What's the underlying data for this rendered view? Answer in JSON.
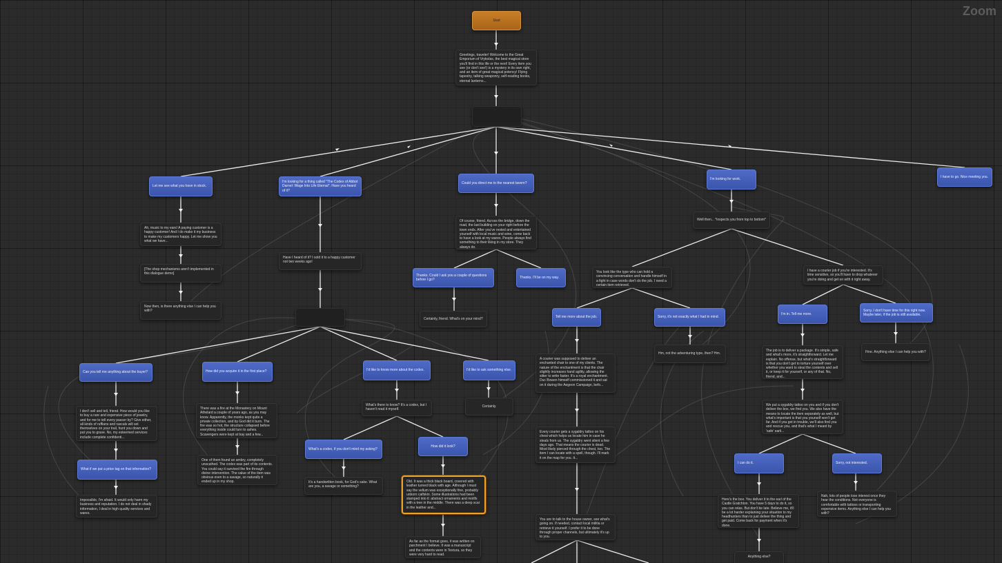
{
  "overlay": {
    "zoom_label": "Zoom"
  },
  "nodes": {
    "start": "Start",
    "greeting": "Greetings, traveler! Welcome to the Great Emporium of Vrykolas, the best magical store you'll find in this life or the next! Every item you see (or don't see!) is a mystery in its own right, and an item of great magical potency! Flying tapestry, talking weaponry, self-reading books, eternal lanterns...",
    "hub1": "",
    "p_stock": "Let me see what you have in stock.",
    "p_codex": "I'm looking for a thing called \"The Codex of Abbot Darnel: Wage Into Life Eternal\". Have you heard of it?",
    "p_tavern": "Could you direct me to the nearest tavern?",
    "p_work": "I'm looking for work.",
    "p_go": "I have to go. Nice meeting you.",
    "n_music": "Ah, music to my ears! A paying customer is a happy customer! And I do make it my business to make my customers happy. Let me show you what we have...",
    "n_shopmech": "[The shop mechanisms aren't implemented in this dialogue demo]",
    "n_nowthen": "Now then, is there anything else I can help you with?",
    "n_heard": "Have I heard of it? I sold it to a happy customer not two weeks ago!",
    "hub2": "",
    "n_ofcourse": "Of course, friend. Across the bridge, down the road, the last building on your right before the town ends. After you've rested and entertained yourself with local music and wine, come back to have a look at my wares. People always find something to their liking in my store. They always do.",
    "p_thanks_q": "Thanks. Could I ask you a couple of questions before I go?",
    "p_thanks_go": "Thanks. I'll be on my way.",
    "n_certainly_mind": "Certainly, friend. What's on your mind?",
    "n_wellthen": "Well then... *inspects you from top to bottom*",
    "n_lookslike": "You look like the type who can hold a convincing conversation and handle himself in a fight in case words don't do the job. I need a certain item retrieved.",
    "n_courierjob": "I have a courier job if you're interested. It's time sensitive, so you'll have to drop whatever you're doing and get on with it right away.",
    "p_tellmore_job": "Tell me more about the job.",
    "p_notwhat": "Sorry, it's not exactly what I had in mind.",
    "p_imin": "I'm in. Tell me more.",
    "p_notime": "Sorry, I don't have time for this right now. Maybe later, if the job is still available.",
    "n_hmm": "Hm, not the adventuring type, then? Hm.",
    "n_jobis": "The job is to deliver a package. It's simple, safe and what's more, it's straightforward. Let me explain. No offense, but what's straightforward is that you don't get to torture yourself over whether you want to steal the contents and sell it, or keep it for yourself, or any of that. No, friend, and...",
    "n_fine": "Fine. Anything else I can help you with?",
    "p_buyer": "Can you tell me anything about the buyer?",
    "p_acquire": "How did you acquire it in the first place?",
    "p_knowmore": "I'd like to know more about the codex.",
    "p_askelse": "I'd like to ask something else.",
    "n_dontsell": "I don't sell and tell, friend. How would you like to buy a rare and expensive piece of jewelry, and for me to tell every passer by? Give either, all kinds of ruffians and rascals will set themselves on your trail, hunt you down and put you to grave. No, my esteemed services include complete confidenti...",
    "n_fire": "There was a fire at the Monastery on Mount Athelard a couple of years ago, as you may know. Apparently, the monks kept quite a private collection, and by God did it burn. The fire was so hot, the structure collapsed before everything inside could turn to ashes. Scavengers were kept at bay and a few...",
    "n_whatsthere": "What's there to know? It's a codex, but I haven't read it myself.",
    "n_certainly": "Certainly.",
    "p_pricetag": "What if we put a price tag on that information?",
    "n_impossible": "Impossible, I'm afraid. It would only harm my business and reputation. I do not deal in shady information, I deal in high quality services and wares.",
    "n_oneofthem": "One of them found an ambry, completely unscathed. The codex was part of its contents. You could say it survived the fire through divine intervention. The value of the item was obvious even to a savage, so naturally it ended up in my shop.",
    "p_whatsacodex": "What's a codex, if you don't mind my asking?",
    "p_howlook": "How did it look?",
    "n_handwritten": "It's a handwritten book, for God's sake. What are you, a savage or something?",
    "n_old": "Old. It was a thick black board, covered with leather turned black with age. Although I must say the vellum was exceptionally fine, probably unborn calfskin. Some illustrations had been stamped into it: abstract ornaments and motifs with a tree in the middle. There was a deep scar in the leather and...",
    "n_format": "As far as the format goes, it was written on parchment I believe. It was a manuscript and the contents were in Textura, so they were very hard to read.",
    "n_courier_supposed": "A courier was supposed to deliver an enchanted chair to one of my clients. The nature of the enchantment is that the chair slightly increases hand agility, allowing the sitter to write faster. It's a royal enchantment. Duc Bowen himself commissioned it and sat on it during the Aegeon Campaign, befo...",
    "n_sygaldry": "Every courier gets a sygaldry tattoo on his chest which helps us locate him in case he steals from us. The sygaldry went silent a few days ago. That means the courier is dead. Most likely pierced through the chest, too. The item I can locate with a spell, though. I'll mark it on the map for you. It...",
    "n_talkhouse": "You are to talk to the house owner, see what's going on. If needed, contact local militia or retrieve it yourself. I prefer it to be done through proper channels, but ultimately it's up to you.",
    "n_weput": "We put a sygaldry tattoo on you and if you don't deliver the box, we find you. We also have the means to locate the item separately as well, but what's important is that you yourself won't get far. And if you get in trouble, we'll also find you and rescue you, and that's what I meant by 'safe' earli...",
    "p_icando": "I can do it.",
    "p_notinterested": "Sorry, not interested.",
    "n_herebox": "Here's the box. You deliver it to the earl of the Castle Gratchton. You have 5 days to do it, so you can relax. But don't be late. Believe me, it'll be a lot harder explaining your situation to my headhunters than to just deliver the thing and get paid. Come back for payment when it's done.",
    "n_nahlots": "Nah, lots of people lose interest once they hear the conditions. Not everyone is comfortable with tattoos or transporting expensive items. Anything else I can help you with?",
    "n_anythingelse": "Anything else?"
  }
}
